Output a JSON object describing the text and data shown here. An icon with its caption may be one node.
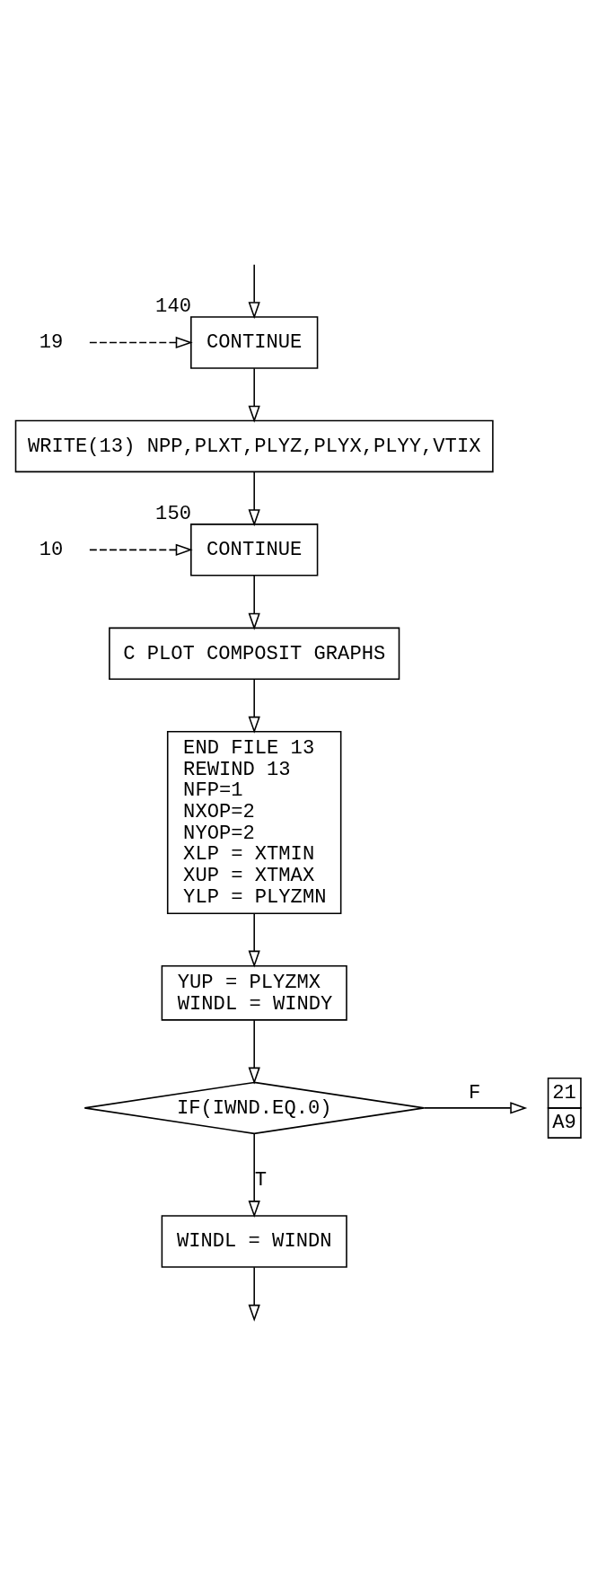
{
  "diagram": {
    "nodes": [
      {
        "text": [
          "19"
        ]
      },
      {
        "text": [
          "CONTINUE"
        ],
        "beside": [
          "140"
        ]
      },
      {
        "text": [
          "WRITE(13) NPP,PLXT,PLYZ,PLYX,PLYY,VTIX"
        ]
      },
      {
        "text": [
          "10"
        ]
      },
      {
        "text": [
          "CONTINUE"
        ],
        "beside": [
          "150"
        ]
      },
      {
        "text": [
          "C PLOT COMPOSIT GRAPHS"
        ]
      },
      {
        "text": [
          "END FILE 13",
          "REWIND 13",
          "NFP=1",
          "NXOP=2",
          "NYOP=2",
          "XLP = XTMIN",
          "XUP = XTMAX",
          "YLP = PLYZMN"
        ]
      },
      {
        "text": [
          "YUP = PLYZMX",
          "WINDL = WINDY"
        ]
      },
      {
        "text": [
          "IF(IWND.EQ.0)"
        ]
      },
      {
        "text": [
          "21",
          "A9"
        ]
      },
      {
        "text": [
          "WINDL = WINDN"
        ]
      }
    ],
    "edges": [
      {
        "from": null,
        "to": 1,
        "arrow": "to"
      },
      {
        "from": 0,
        "to": 1,
        "arrow": "to",
        "style": "dashed"
      },
      {
        "from": 1,
        "to": 2,
        "arrow": "to"
      },
      {
        "from": 2,
        "to": 4,
        "arrow": "to"
      },
      {
        "from": 3,
        "to": 4,
        "arrow": "to",
        "style": "dashed"
      },
      {
        "from": 4,
        "to": 5,
        "arrow": "to"
      },
      {
        "from": 5,
        "to": 6,
        "arrow": "to"
      },
      {
        "from": 6,
        "to": 7,
        "arrow": "to"
      },
      {
        "from": 7,
        "to": 8,
        "arrow": "to"
      },
      {
        "from": 8,
        "to": 9,
        "arrow": "to",
        "label": "F"
      },
      {
        "from": 8,
        "to": 10,
        "arrow": "to",
        "label": "T"
      },
      {
        "from": 10,
        "to": null,
        "arrow": "to"
      }
    ]
  }
}
